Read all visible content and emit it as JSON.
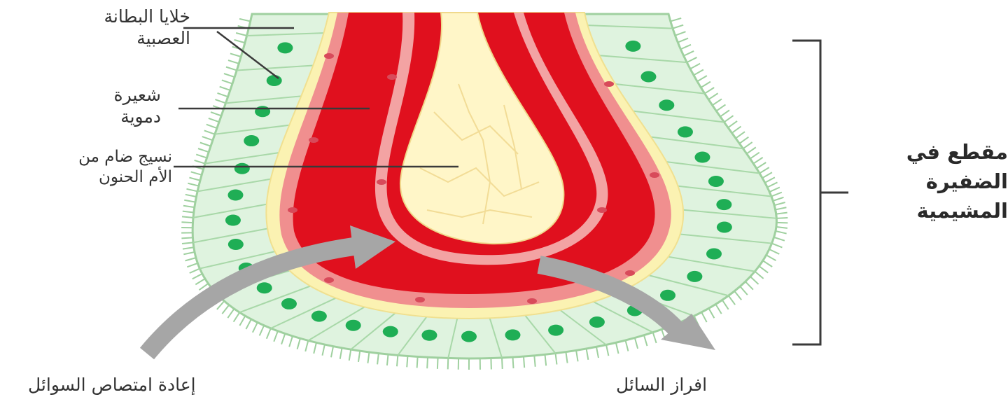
{
  "labels": {
    "epithelial_cells_line1": "خلايا البطانة",
    "epithelial_cells_line2": "العصبية",
    "capillary_line1": "شعيرة",
    "capillary_line2": "دموية",
    "connective_tissue_line1": "نسيج ضام من",
    "connective_tissue_line2": "الأم الحنون",
    "section_line1": "مقطع في",
    "section_line2": "الضفيرة",
    "section_line3": "المشيمية",
    "reabsorption": "إعادة امتصاص السوائل",
    "secretion": "افراز السائل"
  },
  "colors": {
    "epithelium_fill": "#dff3df",
    "epithelium_stroke": "#9fd09f",
    "nucleus": "#1fae55",
    "basement_membrane": "#fbf2b2",
    "vessel_wall": "#f08f8f",
    "blood": "#e0101e",
    "core_tissue": "#fff6c8",
    "arrow": "#a6a6a6",
    "leader_line": "#3a3a3a"
  }
}
